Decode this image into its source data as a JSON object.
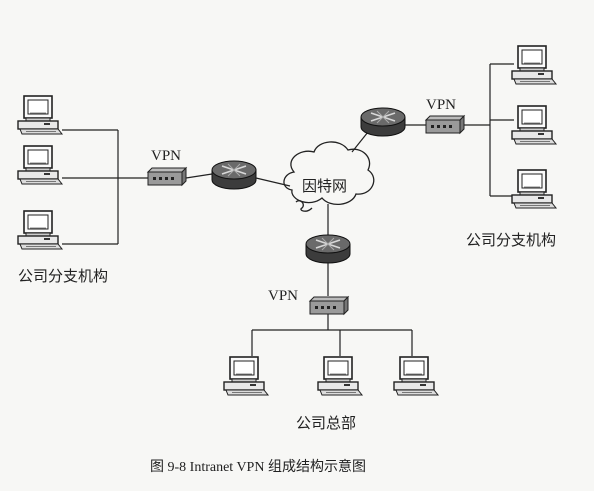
{
  "diagram": {
    "internet_label": "因特网",
    "vpn_label": "VPN",
    "branch_left_label": "公司分支机构",
    "branch_right_label": "公司分支机构",
    "headquarters_label": "公司总部",
    "caption": "图 9-8    Intranet VPN 组成结构示意图"
  }
}
